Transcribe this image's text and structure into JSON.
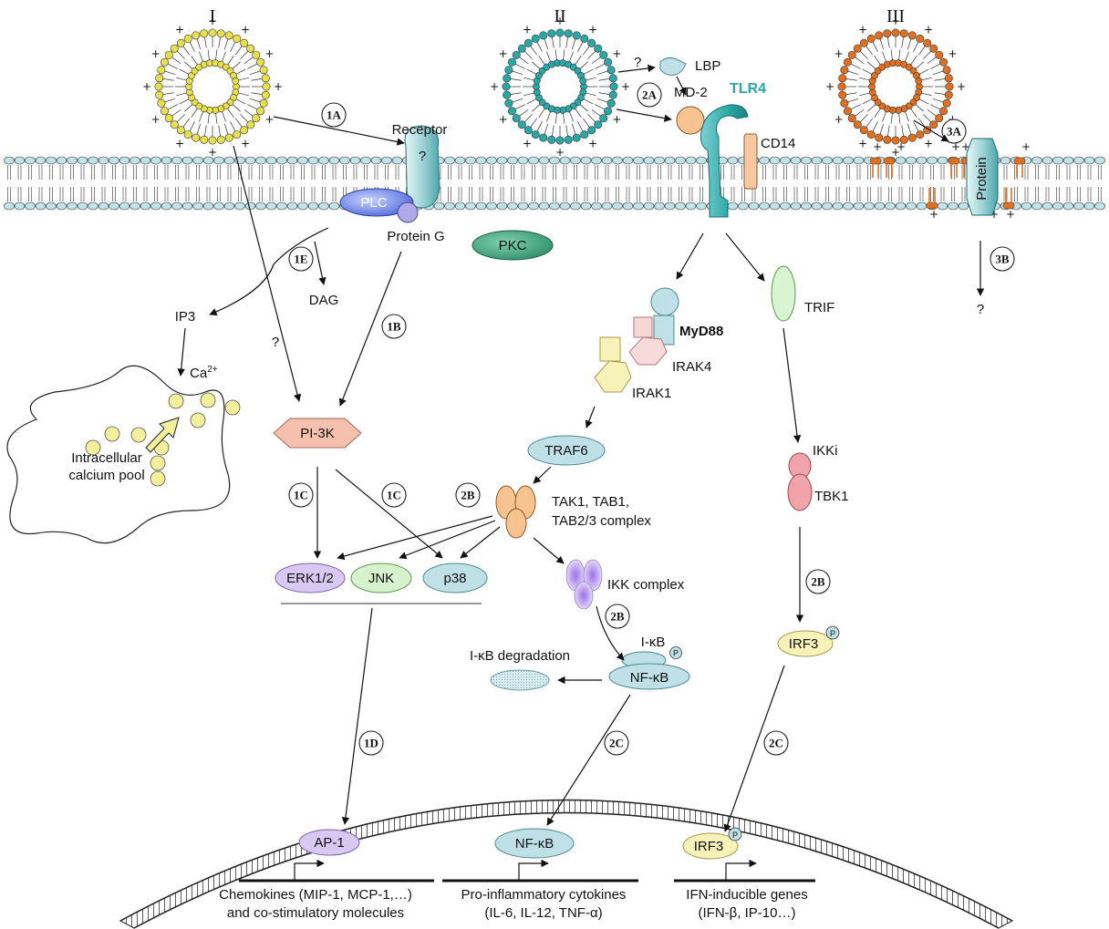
{
  "roman_labels": [
    "I",
    "II",
    "III"
  ],
  "membrane": {
    "receptor": "Receptor",
    "receptor_unknown": "?",
    "plc": "PLC",
    "protein_g": "Protein G",
    "pkc": "PKC",
    "lbp": "LBP",
    "md2": "MD-2",
    "tlr4": "TLR4",
    "cd14": "CD14",
    "protein": "Protein",
    "lbp_question": "?"
  },
  "steps": {
    "s1a": "1A",
    "s1b": "1B",
    "s1c_a": "1C",
    "s1c_b": "1C",
    "s1d": "1D",
    "s1e": "1E",
    "s2a": "2A",
    "s2b_a": "2B",
    "s2b_b": "2B",
    "s2b_c": "2B",
    "s2c_a": "2C",
    "s2c_b": "2C",
    "s3a": "3A",
    "s3b": "3B"
  },
  "pathway_I": {
    "dag": "DAG",
    "ip3": "IP3",
    "ca": "Ca",
    "ca_sup": "2+",
    "pool_line1": "Intracellular",
    "pool_line2": "calcium pool",
    "pi3k_question": "?",
    "pi3k": "PI-3K",
    "erk": "ERK1/2",
    "jnk": "JNK",
    "p38": "p38"
  },
  "pathway_II": {
    "myd88": "MyD88",
    "irak4": "IRAK4",
    "irak1": "IRAK1",
    "traf6": "TRAF6",
    "tak_line1": "TAK1, TAB1,",
    "tak_line2": "TAB2/3 complex",
    "ikk": "IKK complex",
    "ikb": "I-κB",
    "nfkb": "NF-κB",
    "ikb_degradation": "I-κB degradation",
    "trif": "TRIF",
    "ikki": "IKKi",
    "tbk1": "TBK1",
    "irf3": "IRF3",
    "p": "P"
  },
  "pathway_III": {
    "question": "?"
  },
  "nucleus": {
    "ap1": "AP-1",
    "nfkb": "NF-κB",
    "irf3": "IRF3",
    "p": "P",
    "genes1_line1": "Chemokines (MIP-1, MCP-1,…)",
    "genes1_line2": "and co-stimulatory molecules",
    "genes2_line1": "Pro-inflammatory cytokines",
    "genes2_line2": "(IL-6, IL-12, TNF-α)",
    "genes3_line1": "IFN-inducible genes",
    "genes3_line2": "(IFN-β, IP-10…)"
  },
  "colors": {
    "liposome_I": "#e8e04a",
    "liposome_II": "#2aa7a7",
    "liposome_III": "#e07020",
    "membrane_head": "#bfe3e8",
    "plc": "#5b7be0",
    "pkc": "#3a9a78",
    "tlr4": "#2aa7a7",
    "md2": "#f5c08a",
    "pi3k": "#f5b9a5",
    "erk": "#d9c8f2",
    "jnk": "#d2f2c8",
    "p38": "#bfe0e6",
    "calcium": "#f2f09a",
    "irf3": "#f7f2b8",
    "trif": "#d6f5d0",
    "tbk1": "#f0a3a8",
    "tak": "#f5c08a",
    "ikk": "#c8b2f0",
    "traf6": "#bfe0e6"
  }
}
